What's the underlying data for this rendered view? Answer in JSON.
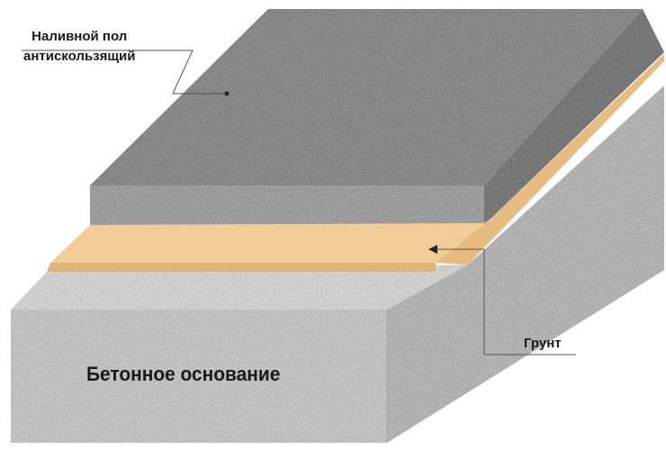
{
  "labels": {
    "floor_line1": "Наливной пол",
    "floor_line2": "антискользящий",
    "primer": "Грунт",
    "concrete": "Бетонное основание"
  },
  "colors": {
    "background": "#ffffff",
    "floor_top": "#9d9d9d",
    "floor_front": "#b4b4b6",
    "floor_side": "#8a8a8a",
    "primer_layer": "#f2cc98",
    "primer_edge": "#e0b37c",
    "concrete_top": "#dcdcdc",
    "concrete_front": "#cdcdcf",
    "concrete_side": "#bdbdbf",
    "text": "#1a1a1a"
  }
}
